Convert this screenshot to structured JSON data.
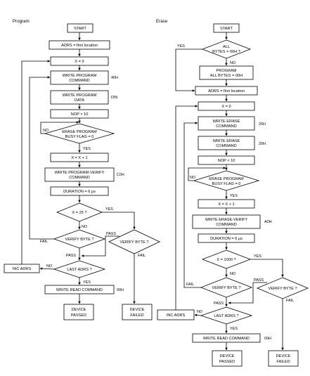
{
  "sections": {
    "program": "Program",
    "erase": "Erase"
  },
  "p": {
    "start": "START",
    "adrs": "ADRS = first location",
    "x0": "X = 0",
    "wpc1": "WRITE PROGRAM",
    "wpc2": "COMMAND",
    "wpc_side": "40H",
    "wpd1": "WRITE PROGRAM",
    "wpd2": "DATA",
    "wpd_side": "DIN",
    "nop": "NOP × 10",
    "busy1": "ERASE PROGRAM",
    "busy2": "BUSY FLAG = 0",
    "xinc": "X = X + 1",
    "wpv1": "WRITE PROGRAM-VERIFY",
    "wpv2": "COMMAND",
    "wpv_side": "C0H",
    "dur": "DURATION = 6 μs",
    "x25": "X = 25 ?",
    "vb1": "VERIFY BYTE ?",
    "vb2": "VERIFY BYTE ?",
    "last": "LAST ADRS ?",
    "inc": "INC ADRS",
    "wrc": "WRITE READ COMMAND",
    "wrc_side": "00H",
    "passed1": "DEVICE",
    "passed2": "PASSED",
    "failed1": "DEVICE",
    "failed2": "FAILED",
    "yes": "YES",
    "no": "NO",
    "pass": "PASS",
    "fail": "FAIL"
  },
  "e": {
    "start": "START",
    "all1": "ALL",
    "all2": "BYTES = 00H ?",
    "pac1": "PROGRAM",
    "pac2": "ALL BYTES = 00H",
    "adrs": "ADRS = first location",
    "x0": "X = 0",
    "wec1": "WRITE ERASE",
    "wec2": "COMMAND",
    "wec_side": "20H",
    "wec3": "WRITE ERASE",
    "wec4": "COMMAND",
    "wec2_side": "20H",
    "nop": "NOP × 10",
    "busy1": "ERASE PROGRAM",
    "busy2": "BUSY FLAG = 0",
    "xinc": "X = X + 1",
    "wev1": "WRITE ERASE-VERIFY",
    "wev2": "COMMAND",
    "wev_side": "A0H",
    "dur": "DURATION = 6 μs",
    "x1000": "X = 1000 ?",
    "vb1": "VERIFY BYTE ?",
    "vb2": "VERIFY BYTE ?",
    "last": "LAST ADRS ?",
    "inc": "INC ADRS",
    "wrc": "WRITE READ COMMAND",
    "wrc_side": "00H",
    "passed1": "DEVICE",
    "passed2": "PASSED",
    "failed1": "DEVICE",
    "failed2": "FAILED",
    "yes": "YES",
    "no": "NO",
    "pass": "PASS",
    "fail": "FAIL"
  }
}
